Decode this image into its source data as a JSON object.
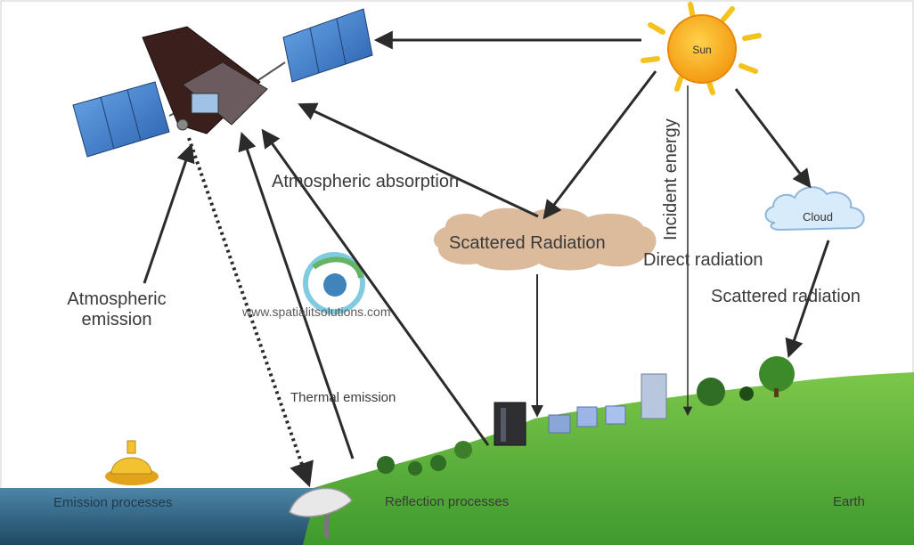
{
  "labels": {
    "sun": "Sun",
    "cloud": "Cloud",
    "incident_energy": "Incident energy",
    "atmospheric_absorption": "Atmospheric absorption",
    "scattered_radiation_cloud": "Scattered Radiation",
    "direct_radiation": "Direct radiation",
    "scattered_radiation": "Scattered radiation",
    "atmospheric_emission_line1": "Atmospheric",
    "atmospheric_emission_line2": "emission",
    "watermark": "www.spatialitsolutions.com",
    "thermal_emission": "Thermal emission",
    "emission_processes": "Emission processes",
    "reflection_processes": "Reflection processes",
    "earth": "Earth"
  },
  "colors": {
    "sun_fill": "#f6a21a",
    "sun_rays": "#f4c21c",
    "arrow": "#2b2b2b",
    "ground_green": "#59b53a",
    "water": "#2b5f7e",
    "dust_cloud": "#d9b89a",
    "cloud_blue": "#cfe4f5",
    "solar_panel": "#3f7fcf"
  },
  "icons": [
    "satellite-icon",
    "sun-icon",
    "cloud-icon",
    "dust-cloud-icon",
    "buildings-icon",
    "trees-icon",
    "buoy-icon",
    "dish-antenna-icon",
    "logo-icon"
  ]
}
